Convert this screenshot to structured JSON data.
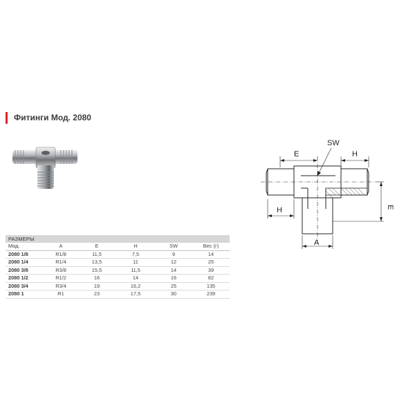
{
  "header": {
    "title": "Фитинги Мод. 2080",
    "accent_color": "#d7262a"
  },
  "drawing": {
    "labels": {
      "sw": "SW",
      "e_top": "E",
      "h_top": "H",
      "h_left": "H",
      "e_right": "E",
      "a_bottom": "A"
    }
  },
  "table": {
    "section_title": "РАЗМЕРЫ",
    "columns": [
      "Мод.",
      "A",
      "E",
      "H",
      "SW",
      "Вес (г)"
    ],
    "rows": [
      [
        "2080 1/8",
        "R1/8",
        "11,5",
        "7,5",
        "9",
        "14"
      ],
      [
        "2080 1/4",
        "R1/4",
        "13,5",
        "11",
        "12",
        "25"
      ],
      [
        "2080 3/8",
        "R3/8",
        "15,5",
        "11,5",
        "14",
        "39"
      ],
      [
        "2080 1/2",
        "R1/2",
        "16",
        "14",
        "16",
        "82"
      ],
      [
        "2080 3/4",
        "R3/4",
        "19",
        "16,2",
        "25",
        "135"
      ],
      [
        "2080 1",
        "R1",
        "23",
        "17,5",
        "30",
        "239"
      ]
    ]
  }
}
